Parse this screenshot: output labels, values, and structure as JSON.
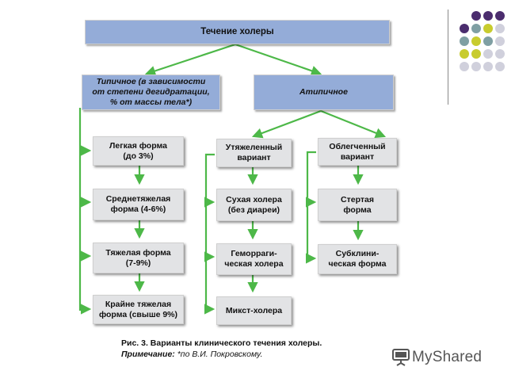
{
  "root": "Течение холеры",
  "typical": "Типичное (в зависимости\nот степени дегидратации,\n% от массы тела*)",
  "atypical": "Атипичное",
  "typical_forms": [
    "Легкая форма\n(до 3%)",
    "Среднетяжелая\nформа (4-6%)",
    "Тяжелая форма\n(7-9%)",
    "Крайне тяжелая\nформа (свыше 9%)"
  ],
  "heavy": {
    "title": "Утяжеленный\nвариант",
    "items": [
      "Сухая холера\n(без диареи)",
      "Геморраги-\nческая холера",
      "Микст-холера"
    ]
  },
  "light": {
    "title": "Облегченный\nвариант",
    "items": [
      "Стертая\nформа",
      "Субклини-\nческая форма"
    ]
  },
  "caption": {
    "title": "Рис. 3. Варианты клинического течения холеры.",
    "note_label": "Примечание:",
    "note_text": " *по В.И. Покровскому."
  },
  "logo": {
    "text": "MyShared"
  },
  "colors": {
    "blue_box": "#94acd8",
    "gray_box": "#e2e3e5",
    "arrow_green": "#4db848",
    "dot_purple": "#4b2d6e",
    "dot_teal": "#7f9fa3",
    "dot_olive": "#c8cc2e",
    "dot_gray": "#d0d0dc"
  }
}
